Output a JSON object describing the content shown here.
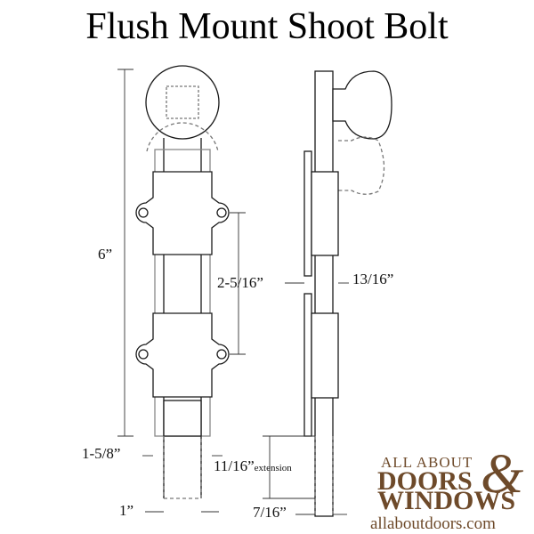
{
  "title": "Flush Mount Shoot Bolt",
  "dimensions": {
    "height": "6”",
    "hole_spacing": "2-5/16”",
    "depth": "13/16”",
    "bottom_width": "1-5/8”",
    "extension": "11/16”",
    "extension_word": "extension",
    "bolt_width": "1”",
    "bolt_side": "7/16”"
  },
  "logo": {
    "line1": "ALL ABOUT",
    "line2": "DOORS",
    "ampersand": "&",
    "line3": "WINDOWS",
    "url": "allaboutdoors.com"
  },
  "colors": {
    "line": "#1a1a1a",
    "hidden_line": "#777777",
    "logo": "#6e4a2a"
  }
}
